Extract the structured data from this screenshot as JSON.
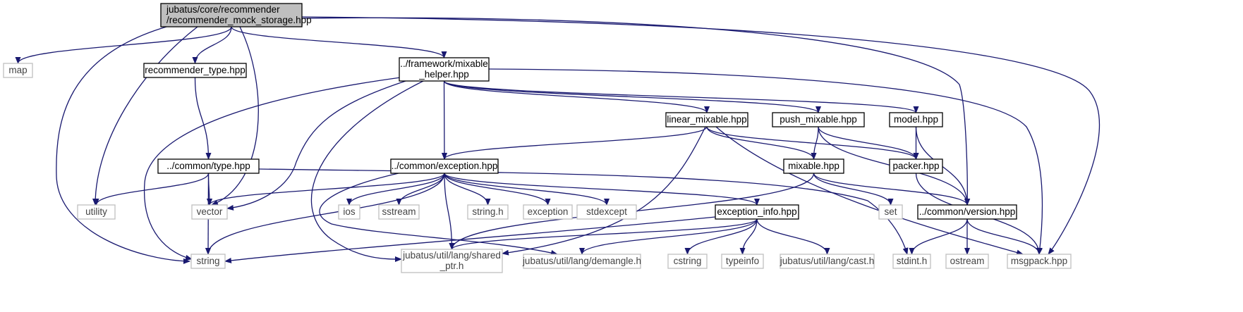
{
  "diagram": {
    "type": "include-dependency-graph",
    "colors": {
      "edge": "#191970",
      "main_fill": "#bfbfbf",
      "external_border": "#bfbfbf",
      "local_border": "#000000"
    },
    "nodes": [
      {
        "id": "main",
        "kind": "main",
        "lines": [
          "jubatus/core/recommender",
          "/recommender_mock_storage.hpp"
        ]
      },
      {
        "id": "map",
        "kind": "external",
        "lines": [
          "map"
        ]
      },
      {
        "id": "rectype",
        "kind": "local",
        "lines": [
          "recommender_type.hpp"
        ]
      },
      {
        "id": "mixhelper",
        "kind": "local",
        "lines": [
          "../framework/mixable",
          "_helper.hpp"
        ]
      },
      {
        "id": "linmix",
        "kind": "local",
        "lines": [
          "linear_mixable.hpp"
        ]
      },
      {
        "id": "pushmix",
        "kind": "local",
        "lines": [
          "push_mixable.hpp"
        ]
      },
      {
        "id": "model",
        "kind": "local",
        "lines": [
          "model.hpp"
        ]
      },
      {
        "id": "commontype",
        "kind": "local",
        "lines": [
          "../common/type.hpp"
        ]
      },
      {
        "id": "exception",
        "kind": "local",
        "lines": [
          "../common/exception.hpp"
        ]
      },
      {
        "id": "mixable",
        "kind": "local",
        "lines": [
          "mixable.hpp"
        ]
      },
      {
        "id": "packer",
        "kind": "local",
        "lines": [
          "packer.hpp"
        ]
      },
      {
        "id": "utility",
        "kind": "external",
        "lines": [
          "utility"
        ]
      },
      {
        "id": "vector",
        "kind": "external",
        "lines": [
          "vector"
        ]
      },
      {
        "id": "ios",
        "kind": "external",
        "lines": [
          "ios"
        ]
      },
      {
        "id": "sstream",
        "kind": "external",
        "lines": [
          "sstream"
        ]
      },
      {
        "id": "stringh",
        "kind": "external",
        "lines": [
          "string.h"
        ]
      },
      {
        "id": "exceptionstd",
        "kind": "external",
        "lines": [
          "exception"
        ]
      },
      {
        "id": "stdexcept",
        "kind": "external",
        "lines": [
          "stdexcept"
        ]
      },
      {
        "id": "excinfo",
        "kind": "local",
        "lines": [
          "exception_info.hpp"
        ]
      },
      {
        "id": "set",
        "kind": "external",
        "lines": [
          "set"
        ]
      },
      {
        "id": "version",
        "kind": "local",
        "lines": [
          "../common/version.hpp"
        ]
      },
      {
        "id": "string",
        "kind": "external",
        "lines": [
          "string"
        ]
      },
      {
        "id": "sharedptr",
        "kind": "external",
        "lines": [
          "jubatus/util/lang/shared",
          "_ptr.h"
        ]
      },
      {
        "id": "demangle",
        "kind": "external",
        "lines": [
          "jubatus/util/lang/demangle.h"
        ]
      },
      {
        "id": "cstring",
        "kind": "external",
        "lines": [
          "cstring"
        ]
      },
      {
        "id": "typeinfo",
        "kind": "external",
        "lines": [
          "typeinfo"
        ]
      },
      {
        "id": "cast",
        "kind": "external",
        "lines": [
          "jubatus/util/lang/cast.h"
        ]
      },
      {
        "id": "stdint",
        "kind": "external",
        "lines": [
          "stdint.h"
        ]
      },
      {
        "id": "ostream",
        "kind": "external",
        "lines": [
          "ostream"
        ]
      },
      {
        "id": "msgpack",
        "kind": "external",
        "lines": [
          "msgpack.hpp"
        ]
      }
    ],
    "edges": [
      [
        "main",
        "map"
      ],
      [
        "main",
        "rectype"
      ],
      [
        "main",
        "mixhelper"
      ],
      [
        "main",
        "utility"
      ],
      [
        "main",
        "vector"
      ],
      [
        "main",
        "string"
      ],
      [
        "main",
        "version"
      ],
      [
        "main",
        "msgpack"
      ],
      [
        "rectype",
        "commontype"
      ],
      [
        "mixhelper",
        "exception"
      ],
      [
        "mixhelper",
        "linmix"
      ],
      [
        "mixhelper",
        "pushmix"
      ],
      [
        "mixhelper",
        "model"
      ],
      [
        "mixhelper",
        "vector"
      ],
      [
        "mixhelper",
        "string"
      ],
      [
        "mixhelper",
        "sharedptr"
      ],
      [
        "mixhelper",
        "msgpack"
      ],
      [
        "commontype",
        "utility"
      ],
      [
        "commontype",
        "vector"
      ],
      [
        "commontype",
        "string"
      ],
      [
        "commontype",
        "stdint"
      ],
      [
        "exception",
        "vector"
      ],
      [
        "exception",
        "ios"
      ],
      [
        "exception",
        "sstream"
      ],
      [
        "exception",
        "stringh"
      ],
      [
        "exception",
        "exceptionstd"
      ],
      [
        "exception",
        "stdexcept"
      ],
      [
        "exception",
        "excinfo"
      ],
      [
        "exception",
        "string"
      ],
      [
        "exception",
        "sharedptr"
      ],
      [
        "exception",
        "demangle"
      ],
      [
        "linmix",
        "exception"
      ],
      [
        "linmix",
        "mixable"
      ],
      [
        "linmix",
        "packer"
      ],
      [
        "linmix",
        "sharedptr"
      ],
      [
        "linmix",
        "msgpack"
      ],
      [
        "pushmix",
        "mixable"
      ],
      [
        "pushmix",
        "packer"
      ],
      [
        "pushmix",
        "version"
      ],
      [
        "model",
        "packer"
      ],
      [
        "model",
        "version"
      ],
      [
        "mixable",
        "sharedptr"
      ],
      [
        "mixable",
        "set"
      ],
      [
        "mixable",
        "version"
      ],
      [
        "packer",
        "msgpack"
      ],
      [
        "excinfo",
        "string"
      ],
      [
        "excinfo",
        "sharedptr"
      ],
      [
        "excinfo",
        "demangle"
      ],
      [
        "excinfo",
        "cstring"
      ],
      [
        "excinfo",
        "typeinfo"
      ],
      [
        "excinfo",
        "cast"
      ],
      [
        "version",
        "stdint"
      ],
      [
        "version",
        "ostream"
      ],
      [
        "version",
        "msgpack"
      ]
    ]
  }
}
